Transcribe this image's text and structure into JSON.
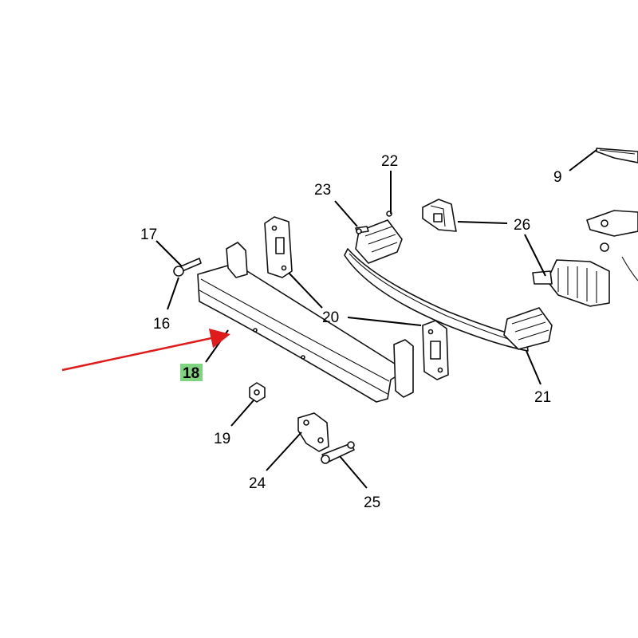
{
  "callouts": {
    "c9": "9",
    "c16": "16",
    "c17": "17",
    "c18": "18",
    "c19": "19",
    "c20": "20",
    "c21": "21",
    "c22": "22",
    "c23": "23",
    "c24": "24",
    "c25": "25",
    "c26": "26"
  },
  "colors": {
    "highlight": "#7fd47f",
    "arrow": "#e01b1b",
    "ink": "#111111"
  }
}
